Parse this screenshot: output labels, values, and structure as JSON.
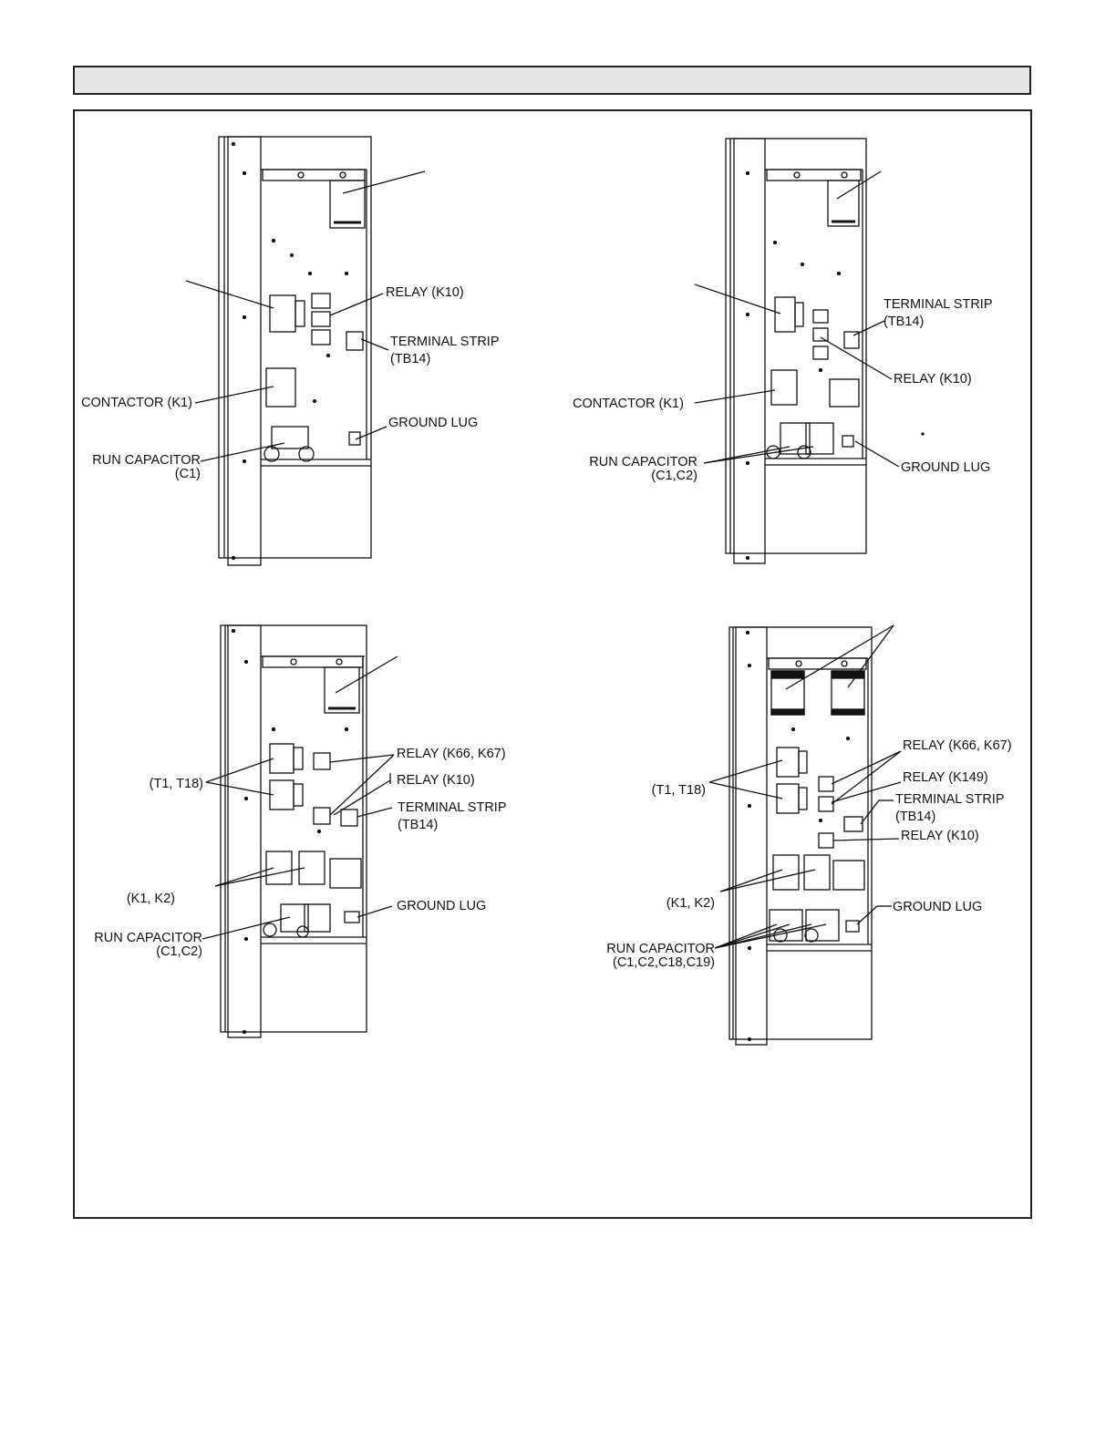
{
  "title": "",
  "labels": {
    "a": {
      "relay": "RELAY (K10)",
      "terminal_1": "TERMINAL STRIP",
      "terminal_2": "(TB14)",
      "contactor": "CONTACTOR (K1)",
      "ground": "GROUND LUG",
      "capacitor_1": "RUN CAPACITOR",
      "capacitor_2": "(C1)"
    },
    "b": {
      "terminal_1": "TERMINAL STRIP",
      "terminal_2": "(TB14)",
      "relay": "RELAY (K10)",
      "contactor": "CONTACTOR (K1)",
      "capacitor_1": "RUN CAPACITOR",
      "capacitor_2": "(C1,C2)",
      "ground": "GROUND LUG"
    },
    "c": {
      "relay_pair": "RELAY (K66, K67)",
      "relay": "RELAY (K10)",
      "transformers": "(T1, T18)",
      "terminal_1": "TERMINAL STRIP",
      "terminal_2": "(TB14)",
      "contactors": "(K1, K2)",
      "ground": "GROUND LUG",
      "capacitor_1": "RUN CAPACITOR",
      "capacitor_2": "(C1,C2)"
    },
    "d": {
      "relay_pair": "RELAY (K66, K67)",
      "relay_149": "RELAY (K149)",
      "transformers": "(T1, T18)",
      "terminal_1": "TERMINAL STRIP",
      "terminal_2": "(TB14)",
      "relay": "RELAY (K10)",
      "contactors": "(K1, K2)",
      "ground": "GROUND LUG",
      "capacitor_1": "RUN CAPACITOR",
      "capacitor_2": "(C1,C2,C18,C19)"
    }
  }
}
